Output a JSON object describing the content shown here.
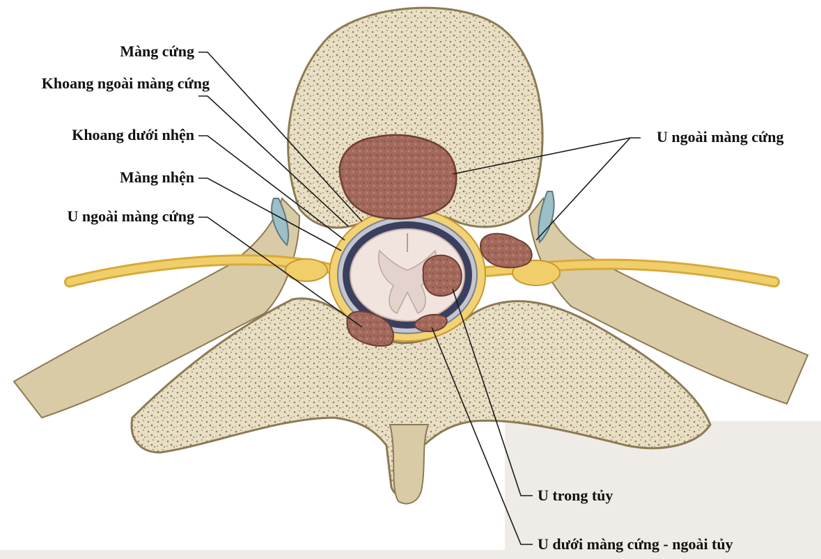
{
  "diagram": {
    "labels": {
      "dura_mater": "Màng cứng",
      "epidural_space": "Khoang ngoài màng cứng",
      "subarachnoid_space": "Khoang dưới nhện",
      "arachnoid": "Màng nhện",
      "extradural_tumor_left": "U ngoài màng cứng",
      "extradural_tumor_right": "U ngoài màng cứng",
      "intramedullary_tumor": "U trong tủy",
      "intradural_extramedullary_tumor": "U dưới màng cứng - ngoài tủy"
    },
    "colors": {
      "bone": "#e7dbbd",
      "bone_dark": "#cbb98e",
      "nerve": "#e8c04f",
      "tumor": "#a36a5c",
      "dura": "#b9bcc4",
      "csf_space": "#3a3f5e",
      "cord": "#f1e4de"
    }
  }
}
